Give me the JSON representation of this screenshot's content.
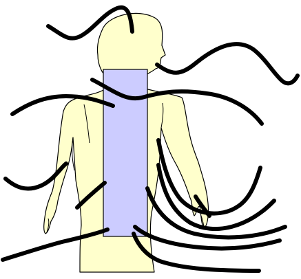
{
  "colors": {
    "background": "#ffffff",
    "figure_fill": "#ffffcc",
    "figure_outline": "#000000",
    "panel_fill": "#ccccff",
    "panel_outline": "#000000",
    "line": "#000000"
  },
  "elements": {
    "figure": "human-torso-back-view",
    "panel": "rectangular-vertical-panel",
    "lines": "curved-black-lines"
  }
}
